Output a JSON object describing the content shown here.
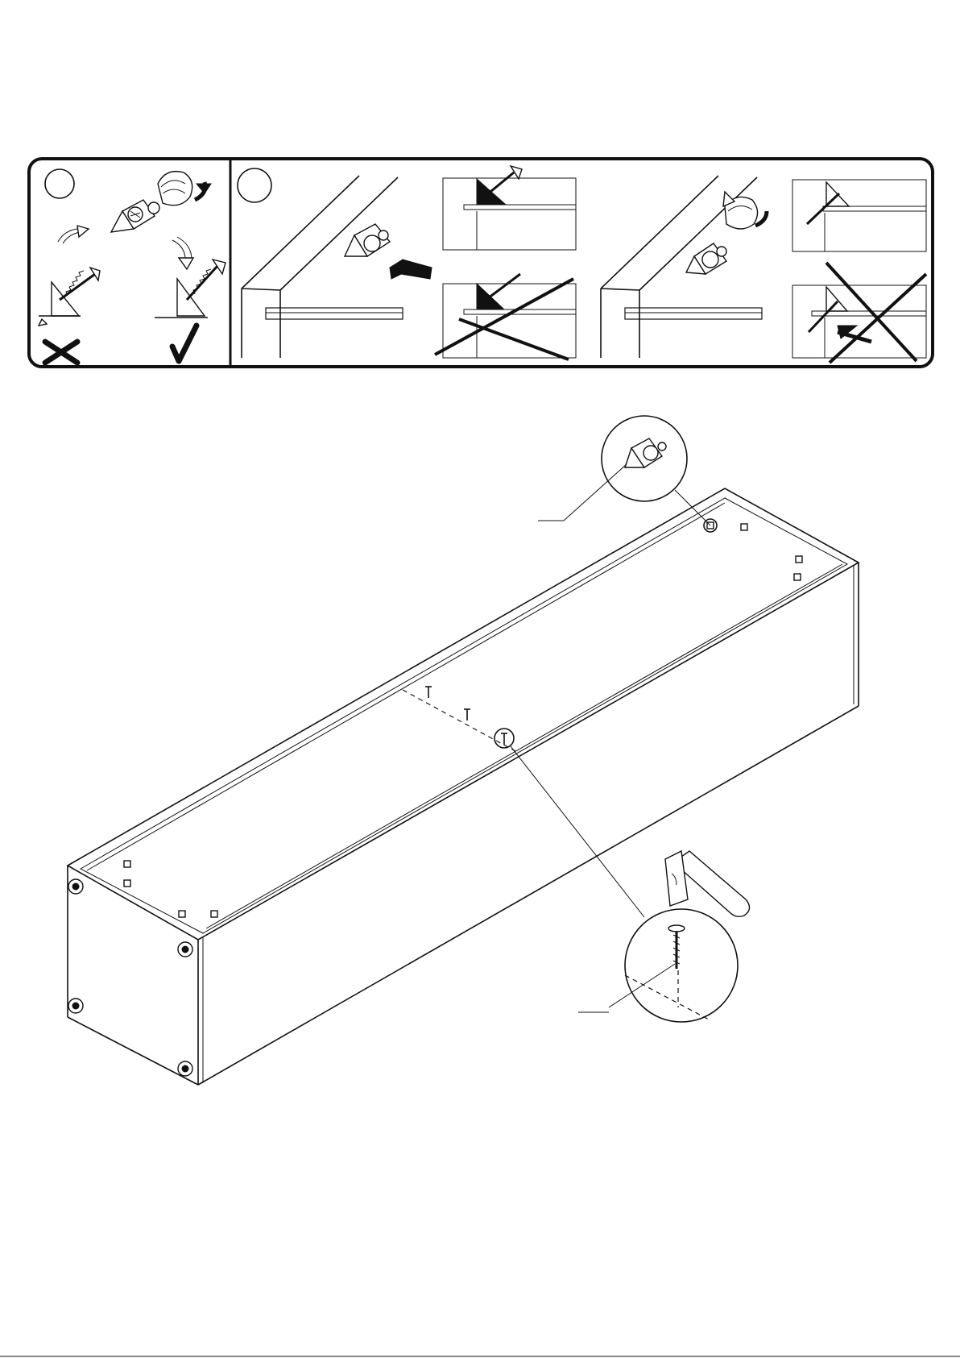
{
  "page": {
    "steps": [
      {
        "id": "step-a",
        "number": ""
      },
      {
        "id": "step-b",
        "number": ""
      }
    ],
    "panels": [
      {
        "name": "incorrect-angle",
        "symbol": "cross"
      },
      {
        "name": "correct-angle",
        "symbol": "check"
      },
      {
        "name": "insert-connector",
        "symbol": "arrow"
      },
      {
        "name": "insert-correct",
        "symbol": "none"
      },
      {
        "name": "insert-incorrect",
        "symbol": "cross"
      },
      {
        "name": "tighten-connector",
        "symbol": "rotate"
      },
      {
        "name": "tighten-correct",
        "symbol": "none"
      },
      {
        "name": "tighten-incorrect",
        "symbol": "cross"
      }
    ],
    "callouts": [
      {
        "name": "corner-connector-detail",
        "label": ""
      },
      {
        "name": "nail-detail",
        "label": ""
      }
    ],
    "colors": {
      "ink": "#111111",
      "paper": "#ffffff"
    }
  }
}
